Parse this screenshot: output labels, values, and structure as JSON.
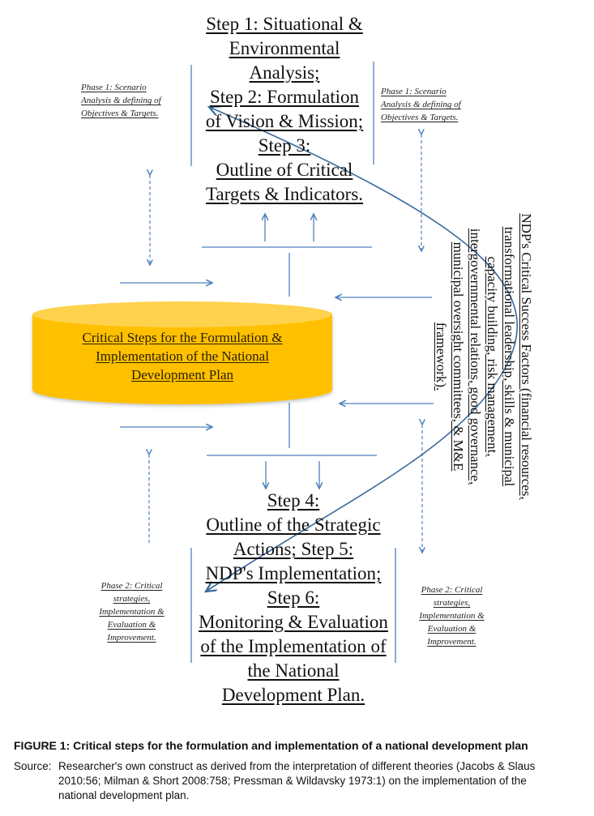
{
  "diagram": {
    "top_steps": "Step 1: Situational & Environmental Analysis; Step 2: Formulation of Vision & Mission; Step 3: Outline of Critical Targets & Indicators.",
    "top_steps_lines": [
      "Step 1: Situational &",
      "Environmental",
      "Analysis;",
      "Step 2: Formulation",
      "of Vision & Mission;",
      "Step 3:",
      "Outline of Critical",
      "Targets & Indicators."
    ],
    "bottom_steps_lines": [
      "Step 4:",
      "Outline of the Strategic",
      "Actions; Step 5:",
      "NDP's Implementation;",
      "Step 6:",
      "Monitoring & Evaluation",
      "of the Implementation of",
      "the National",
      "Development Plan."
    ],
    "phase1_left_lines": [
      "Phase 1: Scenario",
      "Analysis & defining of",
      "Objectives & Targets."
    ],
    "phase1_right_lines": [
      "Phase 1: Scenario",
      "Analysis & defining of",
      "Objectives & Targets."
    ],
    "phase2_left_lines": [
      "Phase 2: Critical",
      "strategies,",
      "Implementation &",
      "Evaluation &",
      "Improvement."
    ],
    "phase2_right_lines": [
      "Phase 2: Critical",
      "strategies,",
      "Implementation &",
      "Evaluation &",
      "Improvement."
    ],
    "center_cylinder_lines": [
      "Critical Steps for the Formulation &",
      "Implementation of the National",
      "Development Plan"
    ],
    "csf_lines": [
      "NDP's Critical Success Factors (financial resources,",
      "transformational leadership, skills & municipal",
      "capacity building, risk management,",
      "intergovernmental relations, good governance,",
      "municipal oversight committees, & M&E",
      "framework)."
    ],
    "colors": {
      "arrow": "#4f81bd",
      "curve": "#3a6a9e",
      "cylinder_body": "#ffc000",
      "cylinder_top": "#ffd24d"
    }
  },
  "caption": {
    "title": "FIGURE 1: Critical steps for the formulation and implementation of a national development plan",
    "source_label": "Source:",
    "source_lines": [
      "Researcher's own construct as derived from the interpretation of different theories (Jacobs & Slaus",
      "2010:56; Milman & Short 2008:758; Pressman & Wildavsky 1973:1) on the implementation of the",
      "national development plan."
    ]
  }
}
